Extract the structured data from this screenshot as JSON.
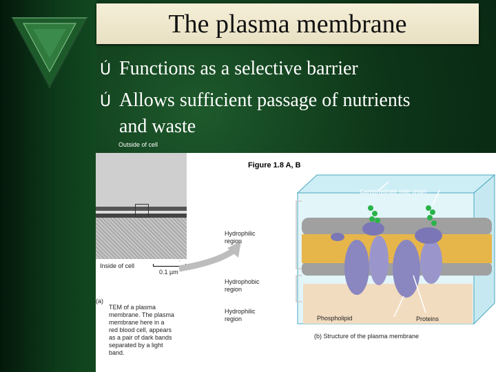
{
  "slide": {
    "title": "The plasma membrane",
    "bullets": [
      {
        "text": "Functions as a selective barrier"
      },
      {
        "text": "Allows sufficient passage of nutrients"
      },
      {
        "text": "and waste"
      }
    ],
    "bullet_mark": "Ú"
  },
  "figure": {
    "outside_label": "Outside of cell",
    "title": "Figure 1.8 A, B",
    "carbohydrate_label": "Carbohydrate side chain",
    "hydrophilic_top": "Hydrophilic region",
    "hydrophobic": "Hydrophobic region",
    "hydrophilic_bottom": "Hydrophilic region",
    "inside_label": "Inside of cell",
    "scale_label": "0.1 µm",
    "panel_a": "(a)",
    "tem_caption": "TEM of a plasma membrane. The plasma membrane here in a red blood cell, appears as a pair of dark bands separated by a light band.",
    "phospholipid": "Phospholipid",
    "proteins": "Proteins",
    "panel_b_caption": "(b) Structure of the plasma membrane"
  },
  "colors": {
    "background": "#0d3518",
    "title_box": "#f1ead0",
    "membrane_head": "#9a9a9a",
    "lipid_tail": "#e6b64a",
    "protein": "#8a86c0",
    "carbohydrate": "#2bb34a",
    "box_top": "#bfe7f2"
  },
  "icons": [
    "pyramid-logo-icon",
    "bullet-check-icon"
  ]
}
